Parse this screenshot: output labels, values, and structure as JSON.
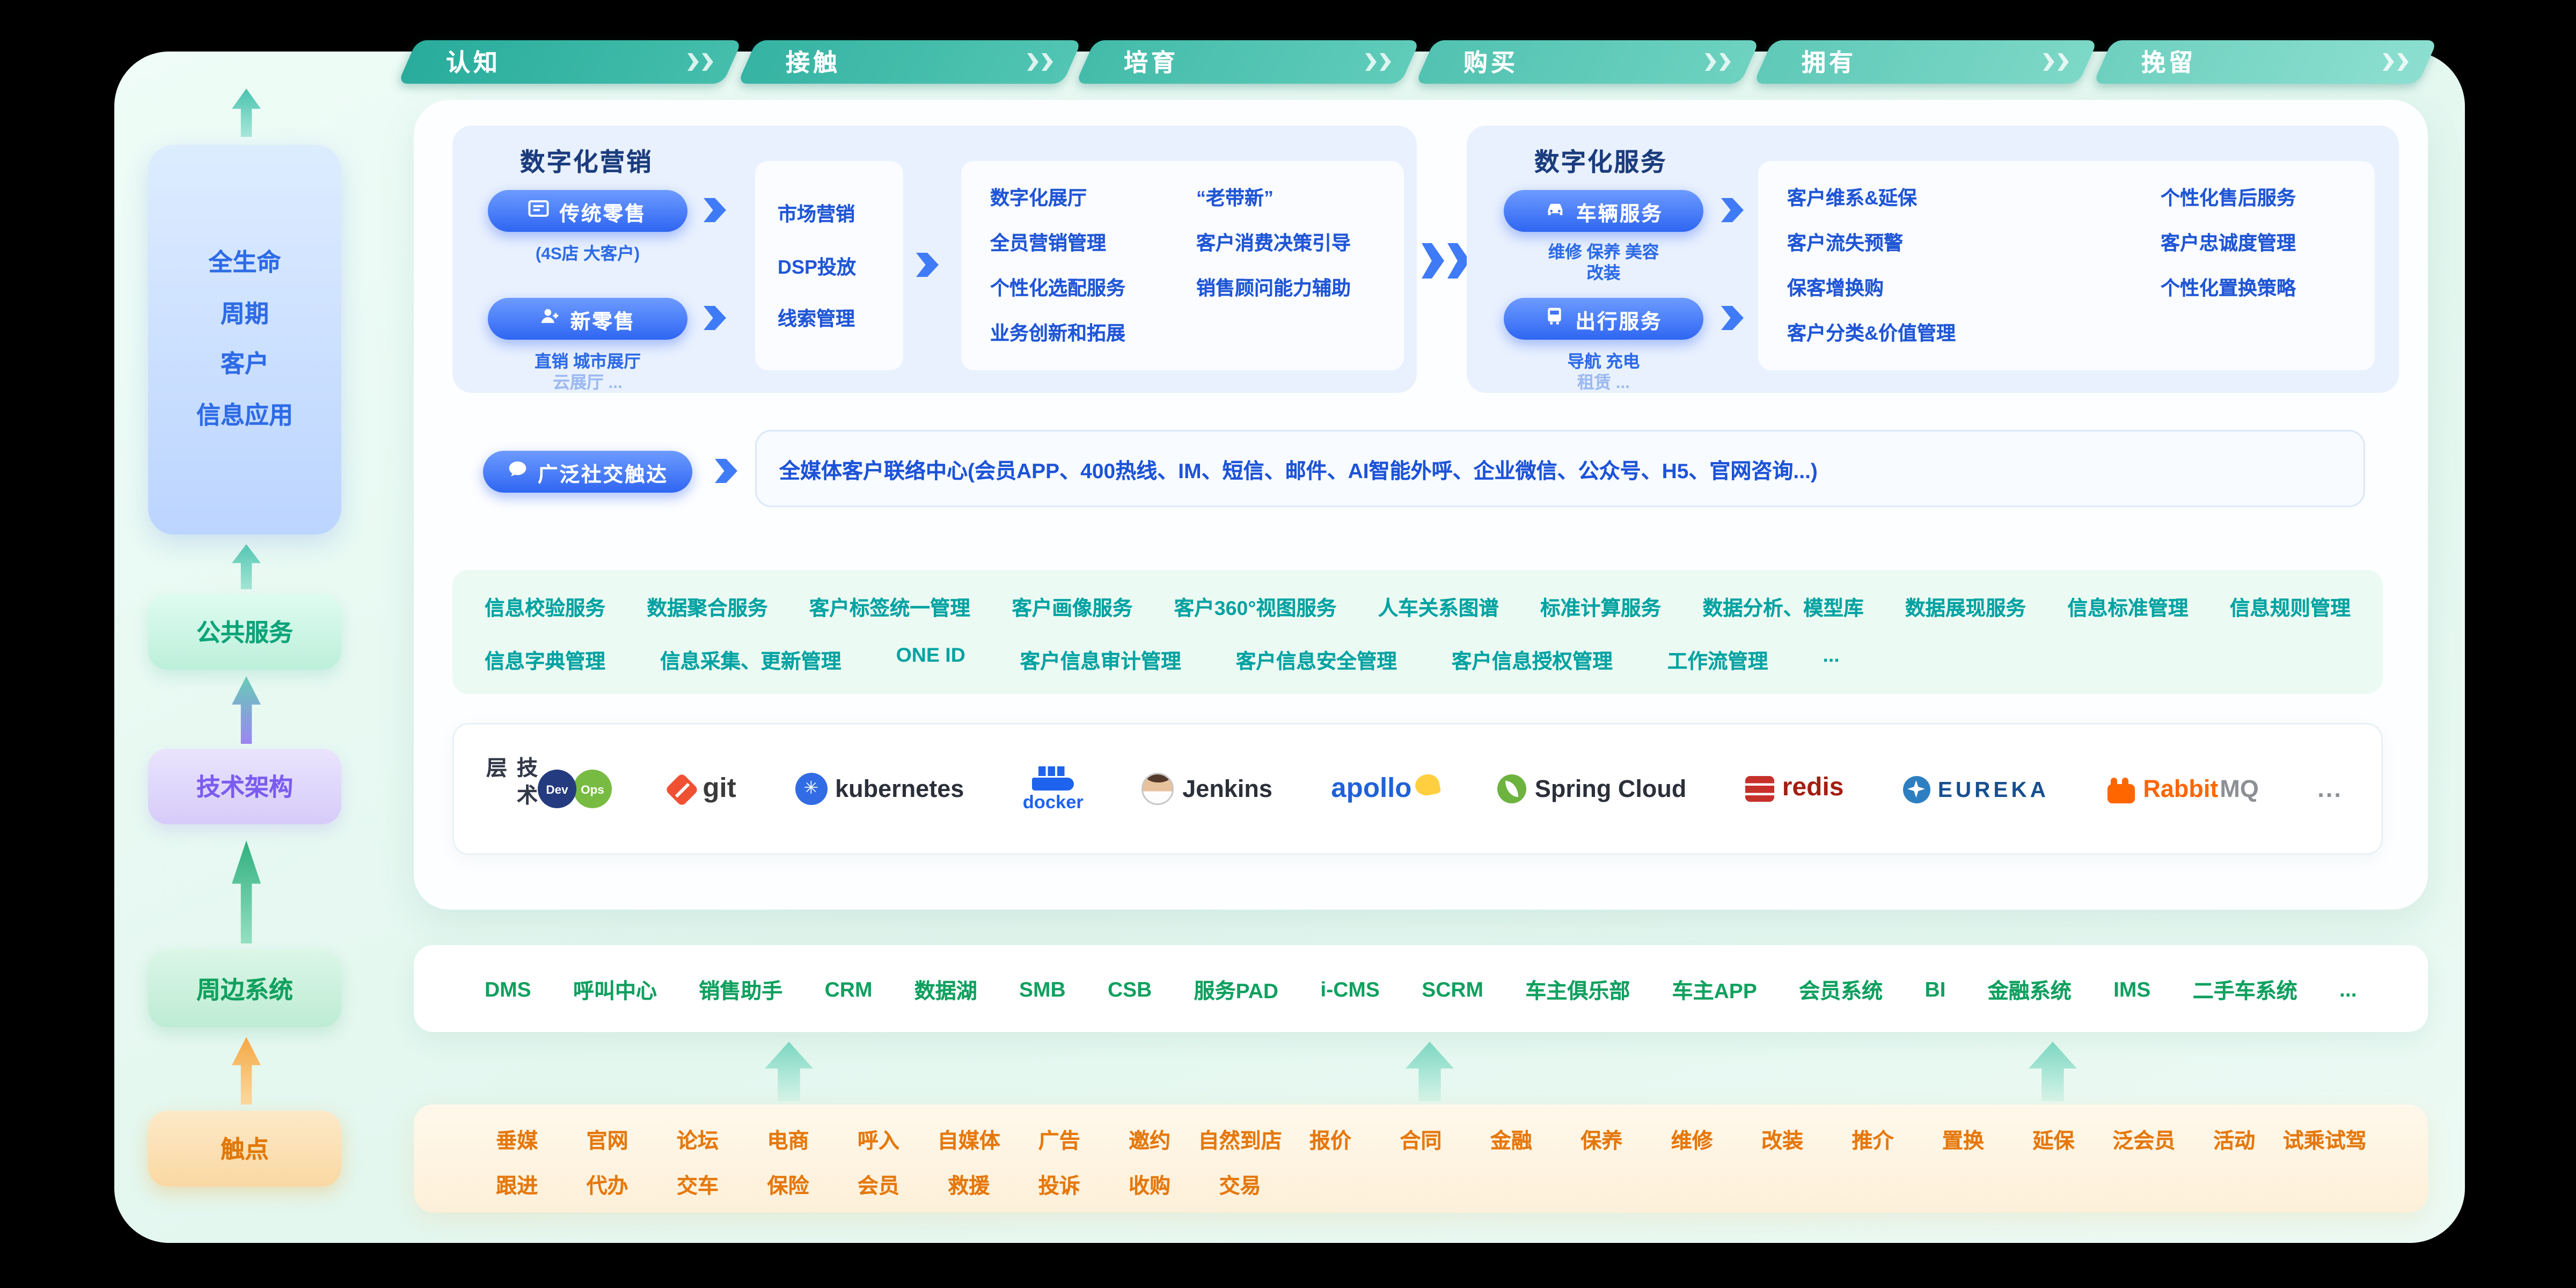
{
  "stages": [
    "认知",
    "接触",
    "培育",
    "购买",
    "拥有",
    "挽留"
  ],
  "left_rail": {
    "lifecycle_label": "全生命\n周期\n客户\n信息应用",
    "public_services_label": "公共服务",
    "tech_architecture_label": "技术架构",
    "peripheral_systems_label": "周边系统",
    "touchpoints_label": "触点"
  },
  "marketing": {
    "title": "数字化营销",
    "traditional_retail": {
      "label": "传统零售",
      "caption": "(4S店 大客户)"
    },
    "new_retail": {
      "label": "新零售",
      "caption_line1": "直销  城市展厅",
      "caption_line2": "云展厅  ..."
    },
    "funnel_items": [
      "市场营销",
      "DSP投放",
      "线索管理"
    ],
    "capabilities_col1": [
      "数字化展厅",
      "全员营销管理",
      "个性化选配服务",
      "业务创新和拓展"
    ],
    "capabilities_col2": [
      "“老带新”",
      "客户消费决策引导",
      "销售顾问能力辅助"
    ]
  },
  "digital_services": {
    "title": "数字化服务",
    "vehicle_service": {
      "label": "车辆服务",
      "caption_line1": "维修  保养  美容",
      "caption_line2": "改装"
    },
    "travel_service": {
      "label": "出行服务",
      "caption_line1": "导航  充电",
      "caption_line2": "租赁  ..."
    },
    "capabilities_col1": [
      "客户维系&延保",
      "客户流失预警",
      "保客增换购",
      "客户分类&价值管理"
    ],
    "capabilities_col2": [
      "个性化售后服务",
      "客户忠诚度管理",
      "个性化置换策略"
    ]
  },
  "social_reach": {
    "label": "广泛社交触达",
    "content": "全媒体客户联络中心(会员APP、400热线、IM、短信、邮件、AI智能外呼、企业微信、公众号、H5、官网咨询...)"
  },
  "common_services": {
    "row1": [
      "信息校验服务",
      "数据聚合服务",
      "客户标签统一管理",
      "客户画像服务",
      "客户360°视图服务",
      "人车关系图谱",
      "标准计算服务",
      "数据分析、模型库",
      "数据展现服务",
      "信息标准管理",
      "信息规则管理"
    ],
    "row2": [
      "信息字典管理",
      "信息采集、更新管理",
      "ONE ID",
      "客户信息审计管理",
      "客户信息安全管理",
      "客户信息授权管理",
      "工作流管理",
      "..."
    ]
  },
  "tech_layer": {
    "label": "技术层",
    "devops": {
      "dev": "Dev",
      "ops": "Ops"
    },
    "logos": {
      "git": "git",
      "kubernetes": "kubernetes",
      "docker": "docker",
      "jenkins": "Jenkins",
      "apollo": "apollo",
      "spring_cloud": "Spring Cloud",
      "redis": "redis",
      "eureka": "EUREKA",
      "rabbit": "Rabbit",
      "mq": "MQ",
      "more": "..."
    }
  },
  "peripheral_systems": [
    "DMS",
    "呼叫中心",
    "销售助手",
    "CRM",
    "数据湖",
    "SMB",
    "CSB",
    "服务PAD",
    "i-CMS",
    "SCRM",
    "车主俱乐部",
    "车主APP",
    "会员系统",
    "BI",
    "金融系统",
    "IMS",
    "二手车系统",
    "..."
  ],
  "touchpoints": {
    "row1": [
      "垂媒",
      "官网",
      "论坛",
      "电商",
      "呼入",
      "自媒体",
      "广告",
      "邀约",
      "自然到店",
      "报价",
      "合同",
      "金融",
      "保养",
      "维修",
      "改装",
      "推介",
      "置换",
      "延保",
      "泛会员",
      "活动",
      "试乘试驾"
    ],
    "row2": [
      "跟进",
      "代办",
      "交车",
      "保险",
      "会员",
      "救援",
      "投诉",
      "收购",
      "交易"
    ]
  },
  "colors": {
    "accent_blue": "#2E6BE6",
    "teal": "#00A2A2",
    "green": "#0FA05F",
    "orange": "#E5780C",
    "purple": "#7B5CF0",
    "tab_teal": "#35B5A4"
  }
}
